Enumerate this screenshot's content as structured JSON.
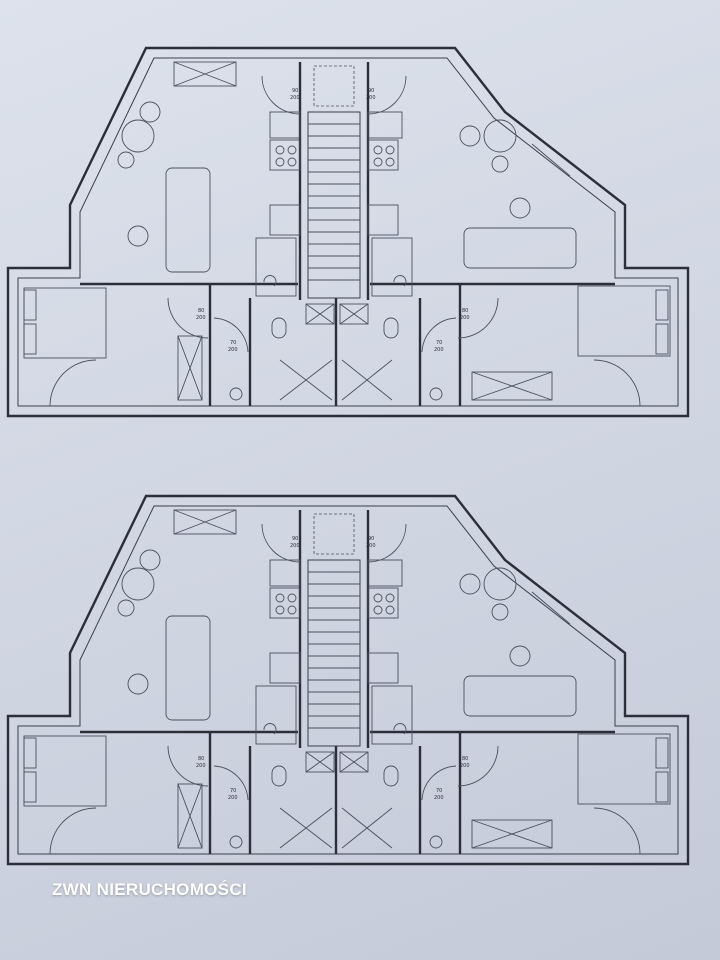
{
  "watermark": "ZWN NIERUCHOMOŚCI",
  "door_labels": {
    "entry_top": "90",
    "entry_bottom": "200",
    "room_top": "80",
    "room_bottom": "200",
    "bath_top": "70",
    "bath_bottom": "200"
  },
  "colors": {
    "paper": "#d3d9e4",
    "line": "#2b2f3a"
  }
}
